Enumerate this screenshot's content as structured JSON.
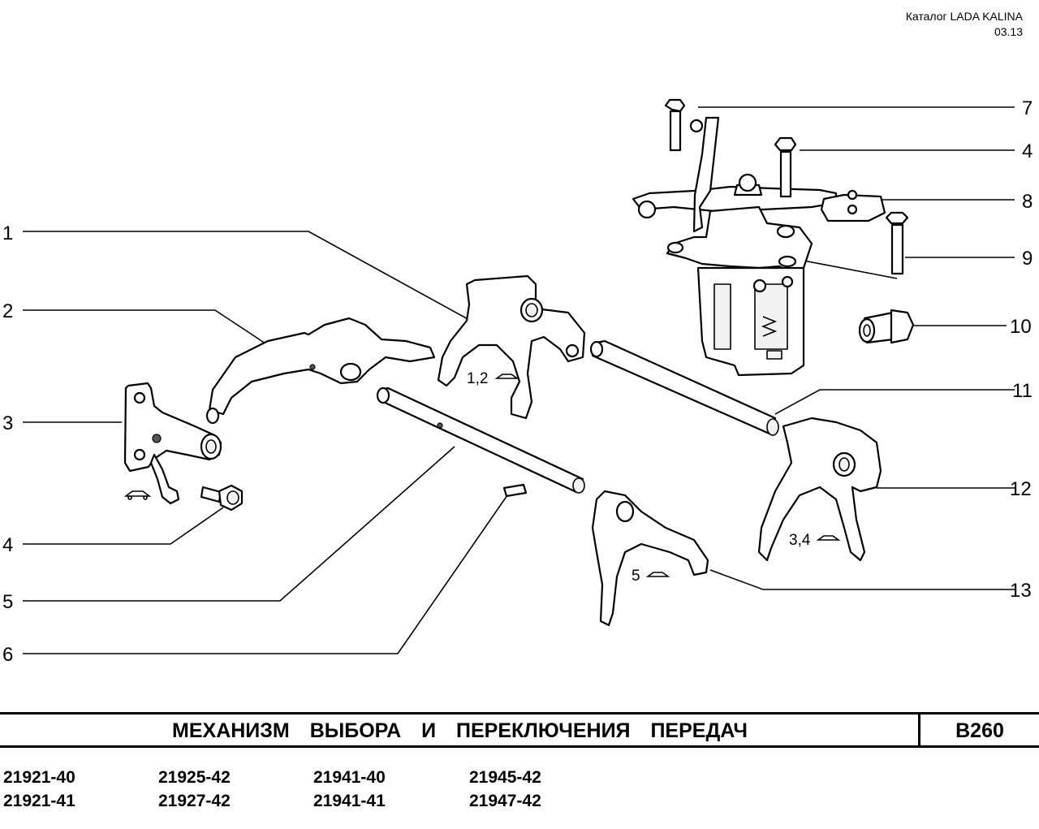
{
  "header": {
    "catalog": "Каталог LADA KALINA",
    "date": "03.13"
  },
  "callouts": [
    "1",
    "2",
    "3",
    "4",
    "5",
    "6",
    "7",
    "4",
    "8",
    "9",
    "10",
    "11",
    "12",
    "13"
  ],
  "notes": {
    "fork_12": "1,2",
    "fork_34": "3,4",
    "fork_5": "5"
  },
  "title": "МЕХАНИЗМ ВЫБОРА И ПЕРЕКЛЮЧЕНИЯ ПЕРЕДАЧ",
  "code": "B260",
  "models": [
    [
      "21921-40",
      "21921-41"
    ],
    [
      "21925-42",
      "21927-42"
    ],
    [
      "21941-40",
      "21941-41"
    ],
    [
      "21945-42",
      "21947-42"
    ]
  ],
  "icons": {
    "vehicle": "reverse-car-icon"
  }
}
